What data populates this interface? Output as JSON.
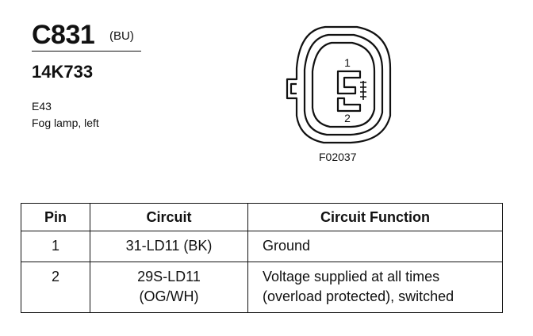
{
  "header": {
    "connector_id": "C831",
    "color_code": "(BU)",
    "part_number": "14K733",
    "component_code": "E43",
    "component_name": "Fog lamp, left"
  },
  "diagram": {
    "pin_labels": [
      "1",
      "2"
    ],
    "figure_id": "F02037"
  },
  "table": {
    "headers": [
      "Pin",
      "Circuit",
      "Circuit Function"
    ],
    "rows": [
      {
        "pin": "1",
        "circuit": "31-LD11 (BK)",
        "function": "Ground"
      },
      {
        "pin": "2",
        "circuit": "29S-LD11\n(OG/WH)",
        "function": "Voltage supplied at all times\n(overload protected), switched"
      }
    ]
  }
}
